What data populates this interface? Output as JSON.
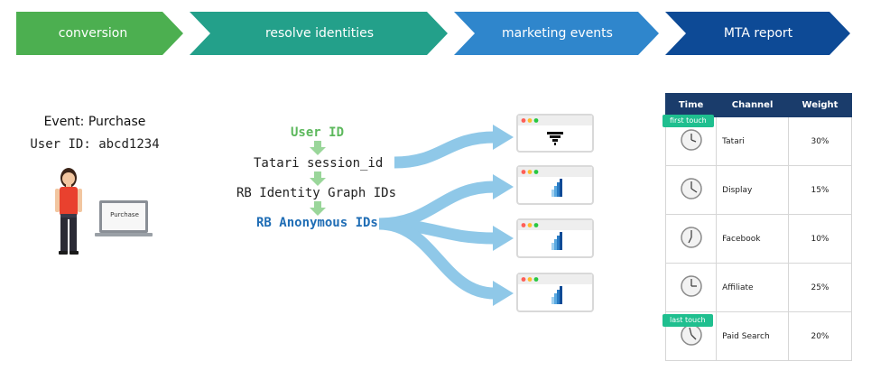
{
  "steps": [
    {
      "label": "conversion",
      "color": "#4caf50"
    },
    {
      "label": "resolve identities",
      "color": "#23a08a"
    },
    {
      "label": "marketing events",
      "color": "#2f86cc"
    },
    {
      "label": "MTA report",
      "color": "#0d4a96"
    }
  ],
  "conversion": {
    "event_title": "Event: Purchase",
    "user_id_line": "User ID: abcd1234",
    "laptop_label": "Purchase"
  },
  "identities": {
    "user_id": "User ID",
    "session_id": "Tatari session_id",
    "graph_ids": "RB Identity Graph IDs",
    "anonymous_ids": "RB Anonymous IDs",
    "colors": {
      "user_id": "#5cb85c",
      "anonymous_ids": "#1f6db5",
      "arrow": "#9ad69a",
      "flow": "#8fc8e8"
    }
  },
  "mta": {
    "headers": {
      "time": "Time",
      "channel": "Channel",
      "weight": "Weight"
    },
    "rows": [
      {
        "channel": "Tatari",
        "weight": "30%"
      },
      {
        "channel": "Display",
        "weight": "15%"
      },
      {
        "channel": "Facebook",
        "weight": "10%"
      },
      {
        "channel": "Affiliate",
        "weight": "25%"
      },
      {
        "channel": "Paid Search",
        "weight": "20%"
      }
    ],
    "first_touch": "first touch",
    "last_touch": "last touch"
  }
}
